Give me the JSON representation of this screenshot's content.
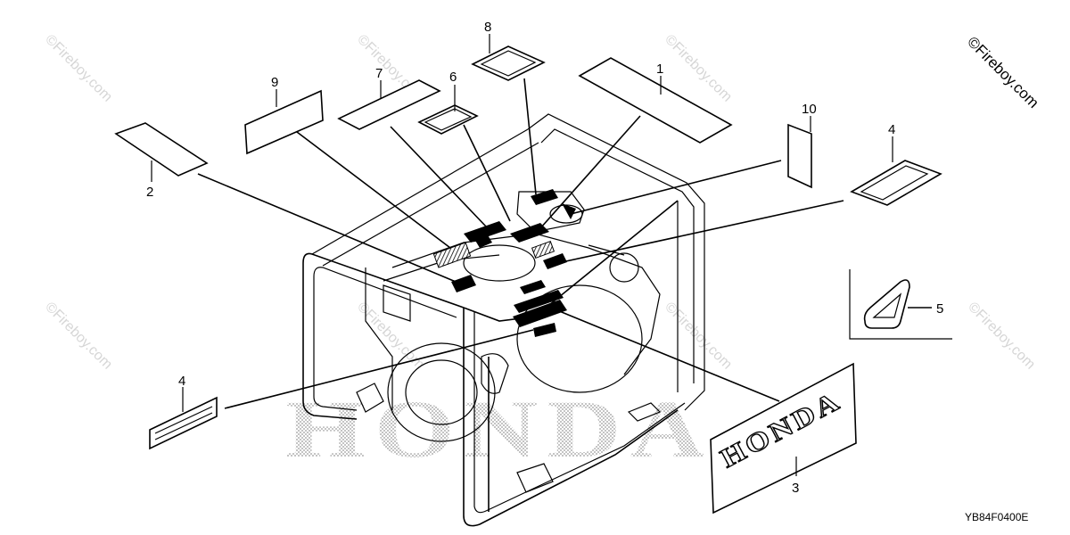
{
  "watermark": {
    "text": "©Fireboy.com",
    "big_text": "HONDA"
  },
  "copyright": "©Fireboy.com",
  "diagram_code": "YB84F0400E",
  "decal_text": "HONDA",
  "part_numbers": [
    "1",
    "2",
    "3",
    "4",
    "4",
    "5",
    "6",
    "7",
    "8",
    "9",
    "10"
  ]
}
